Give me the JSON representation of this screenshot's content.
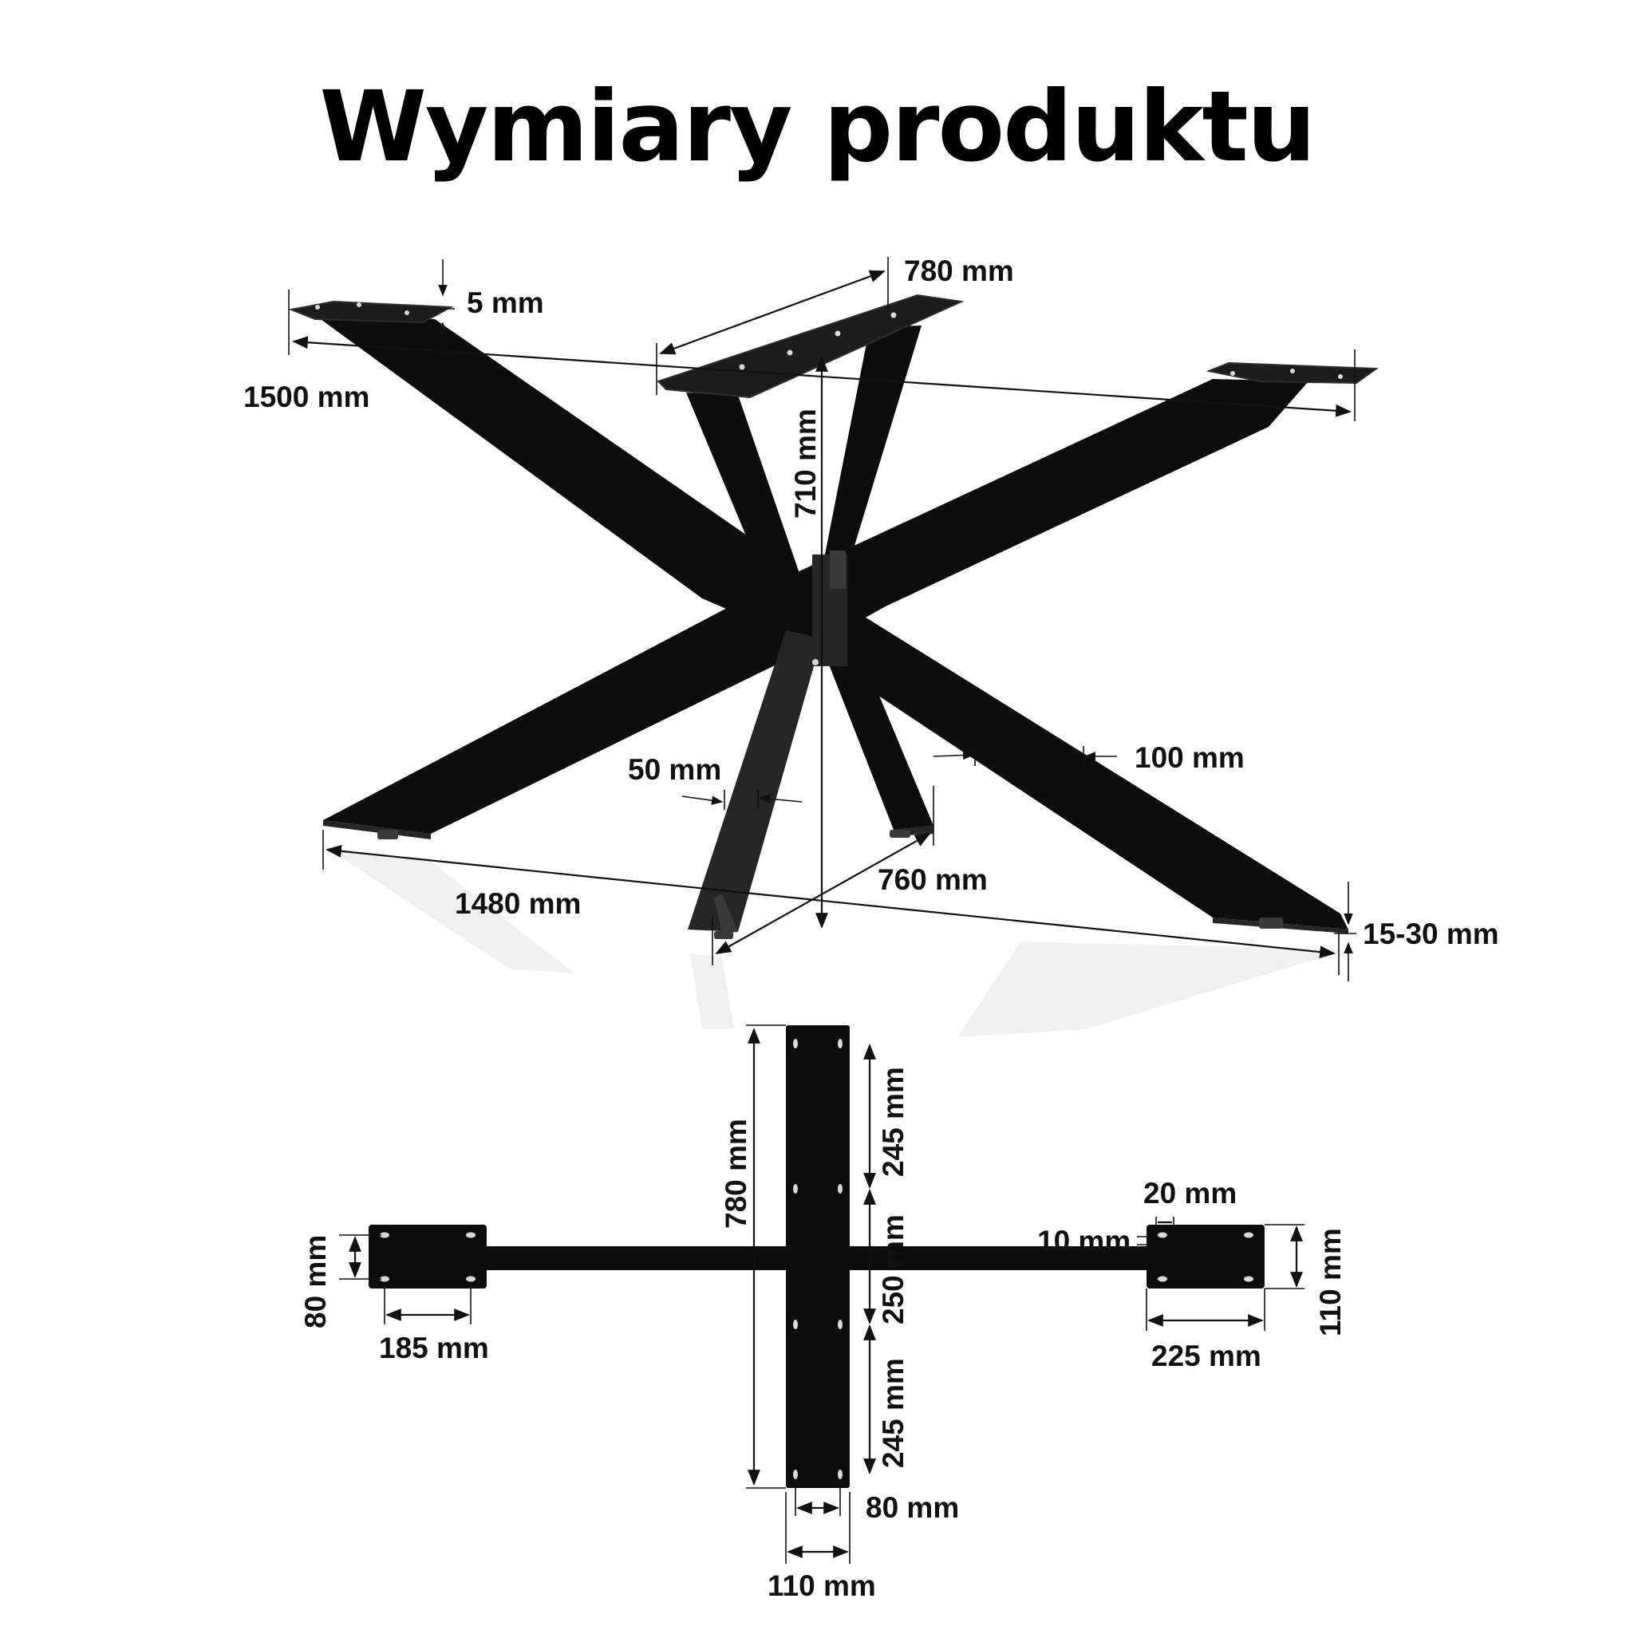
{
  "title": "Wymiary produktu",
  "colors": {
    "metal": "#0d0d0d",
    "background": "#ffffff",
    "text": "#111111"
  },
  "dimensions": {
    "plate_thickness": "5 mm",
    "length_top": "1500 mm",
    "top_plate_length": "780 mm",
    "height": "710 mm",
    "leg_thickness": "50 mm",
    "beam_width": "100 mm",
    "foot_span": "760 mm",
    "length_bottom": "1480 mm",
    "levelers": "15-30 mm"
  },
  "top_view": {
    "center_plate_length": "780 mm",
    "hole_spacing_top": "245 mm",
    "hole_spacing_middle": "250 mm",
    "hole_spacing_bottom": "245 mm",
    "hole_spacing_width": "80 mm",
    "center_plate_width": "110 mm",
    "left_plate_hole_spacing_height": "80 mm",
    "left_plate_hole_spacing_length": "185 mm",
    "right_plate_edge_20": "20 mm",
    "right_plate_edge_10": "10 mm",
    "right_plate_width": "110 mm",
    "right_plate_length": "225 mm"
  }
}
